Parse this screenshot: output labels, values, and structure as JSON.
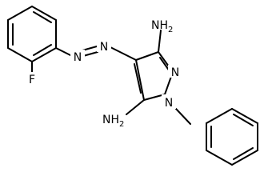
{
  "structure": {
    "atoms": {
      "f": "F",
      "n_azo_1": "N",
      "n_azo_2": "N",
      "n2_pyrazole": "N",
      "n1_pyrazole": "N",
      "nh2_top": "NH",
      "nh2_top_sub": "2",
      "nh2_bottom": "NH",
      "nh2_bottom_sub": "2"
    }
  }
}
